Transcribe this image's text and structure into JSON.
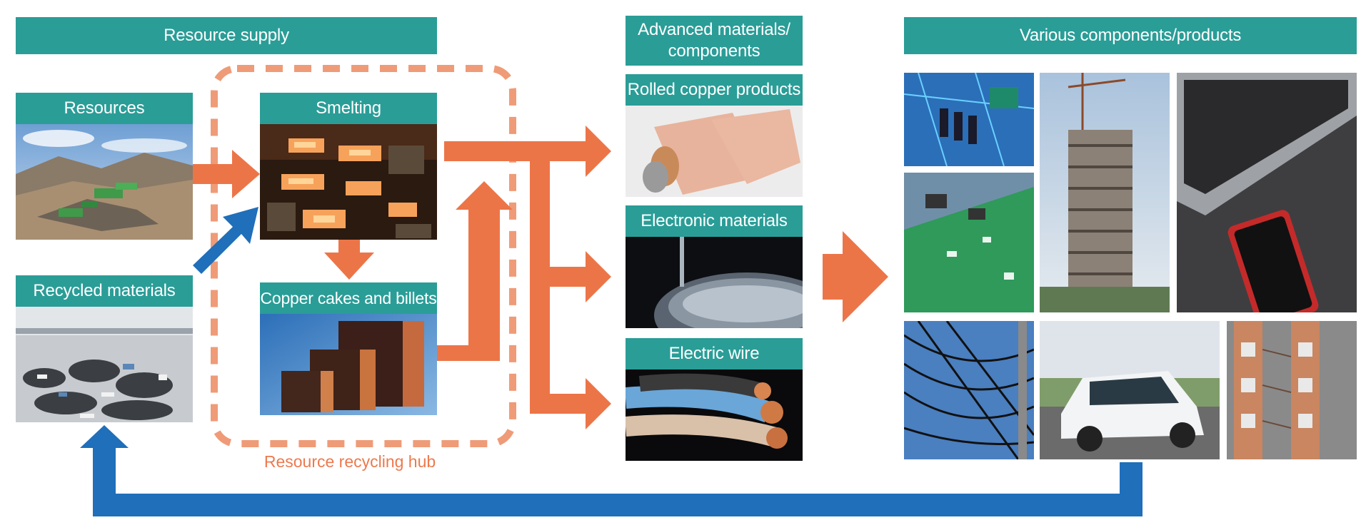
{
  "headers": {
    "resource_supply": "Resource supply",
    "advanced_materials": "Advanced materials/\ncomponents",
    "various_products": "Various components/products"
  },
  "nodes": {
    "resources": "Resources",
    "recycled_materials": "Recycled materials",
    "smelting": "Smelting",
    "copper_cakes": "Copper cakes and billets",
    "rolled_copper": "Rolled copper products",
    "electronic_materials": "Electronic materials",
    "electric_wire": "Electric wire"
  },
  "hub_label": "Resource recycling hub",
  "colors": {
    "header_teal": "#2a9d97",
    "flow_orange": "#ec7548",
    "recycle_blue": "#1f6fba",
    "hub_dash": "#ef9b78"
  },
  "images": {
    "resources": "mine-landscape-photo",
    "recycled": "scrap-materials-photo",
    "smelting": "molten-copper-photo",
    "copper_cakes": "copper-billets-photo",
    "rolled_copper": "copper-foil-roll-photo",
    "electronic_materials": "sputtering-target-photo",
    "electric_wire": "cable-cross-section-photo",
    "products": [
      "circuit-board-photo",
      "building-construction-photo",
      "laptop-smartphone-photo",
      "pcb-closeup-photo",
      "power-lines-photo",
      "suv-car-photo",
      "lead-frame-photo"
    ]
  }
}
